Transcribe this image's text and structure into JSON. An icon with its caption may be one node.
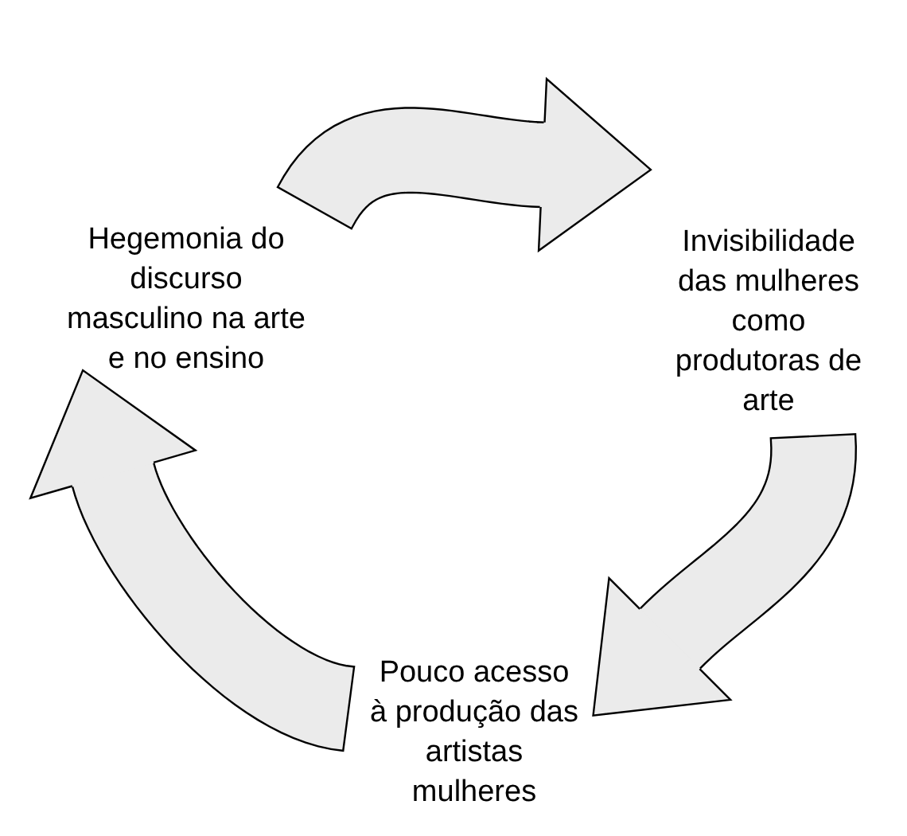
{
  "diagram": {
    "nodes": [
      {
        "text": [
          "Hegemonia do discurso masculino na arte e no ensino"
        ]
      },
      {
        "text": [
          "Invisibilidade das mulheres como produtoras de arte"
        ]
      },
      {
        "text": [
          "Pouco acesso à produção das artistas mulheres"
        ]
      }
    ],
    "edges": [
      {
        "from": 0,
        "to": 1,
        "arrow": "to"
      },
      {
        "from": 1,
        "to": 2,
        "arrow": "to"
      },
      {
        "from": 2,
        "to": 0,
        "arrow": "to"
      }
    ]
  }
}
